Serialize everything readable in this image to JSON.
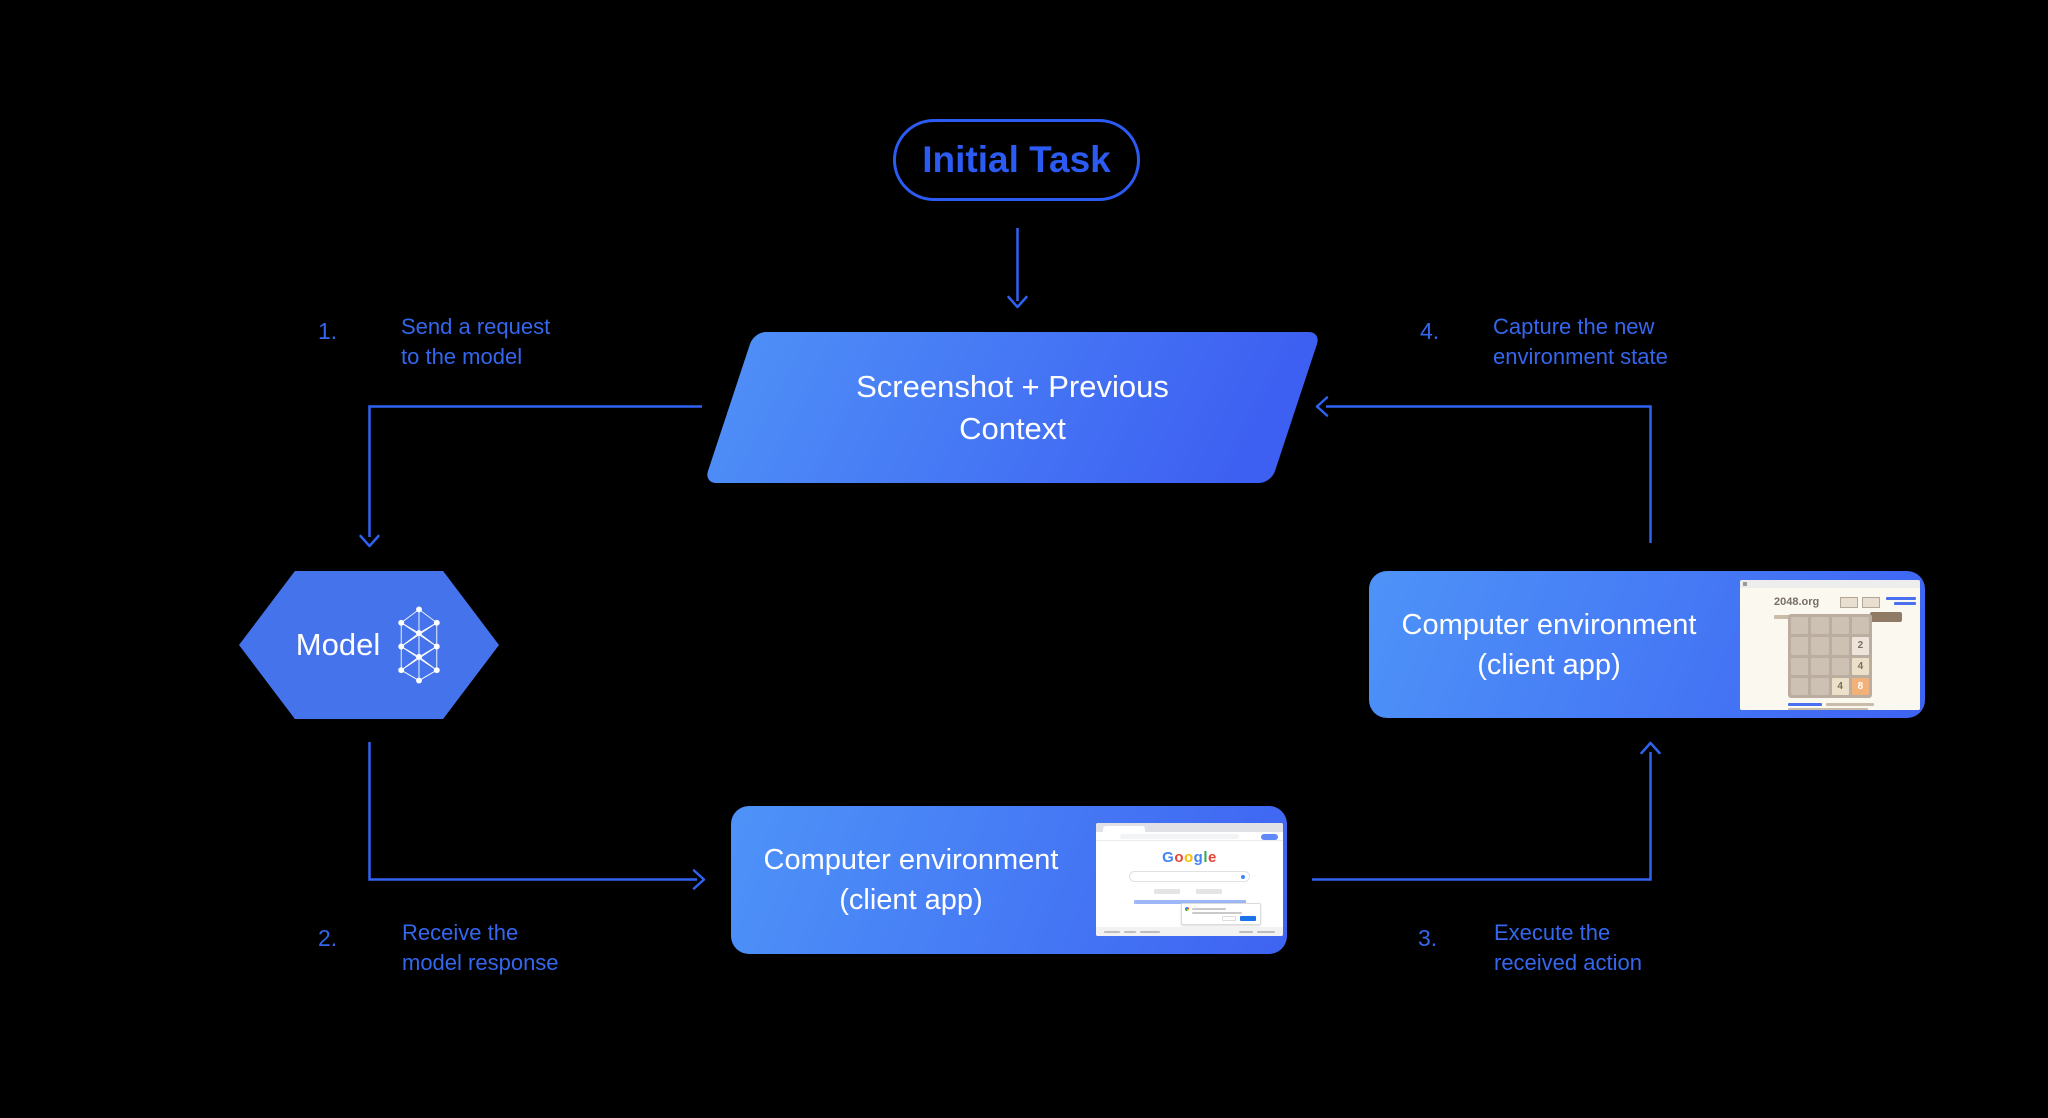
{
  "diagram": {
    "initial_task": {
      "label": "Initial Task"
    },
    "context": {
      "line1": "Screenshot + Previous",
      "line2": "Context"
    },
    "model": {
      "label": "Model"
    },
    "env_bottom": {
      "line1": "Computer environment",
      "line2": "(client app)"
    },
    "env_right": {
      "line1": "Computer environment",
      "line2": "(client app)"
    }
  },
  "steps": [
    {
      "num": "1.",
      "line1": "Send a request",
      "line2": "to the model"
    },
    {
      "num": "2.",
      "line1": "Receive the",
      "line2": "model response"
    },
    {
      "num": "3.",
      "line1": "Execute the",
      "line2": "received action"
    },
    {
      "num": "4.",
      "line1": "Capture the new",
      "line2": "environment state"
    }
  ],
  "thumbnails": {
    "game_2048": {
      "site": "2048.org",
      "tiles": [
        "2",
        "4",
        "4",
        "8"
      ]
    },
    "google": {
      "letters": [
        {
          "char": "G",
          "color": "#4285F4"
        },
        {
          "char": "o",
          "color": "#EA4335"
        },
        {
          "char": "o",
          "color": "#FBBC05"
        },
        {
          "char": "g",
          "color": "#4285F4"
        },
        {
          "char": "l",
          "color": "#34A853"
        },
        {
          "char": "e",
          "color": "#EA4335"
        }
      ]
    }
  },
  "colors": {
    "background": "#000000",
    "line_blue": "#2f62f1",
    "label_blue": "#3566ee",
    "shape_gradient_start": "#4e8ef7",
    "shape_gradient_end": "#3d5ff2",
    "hexagon_fill": "#4573ec",
    "tile_8_fill": "#f2b179",
    "google_blue_button": "#1a73e8"
  }
}
